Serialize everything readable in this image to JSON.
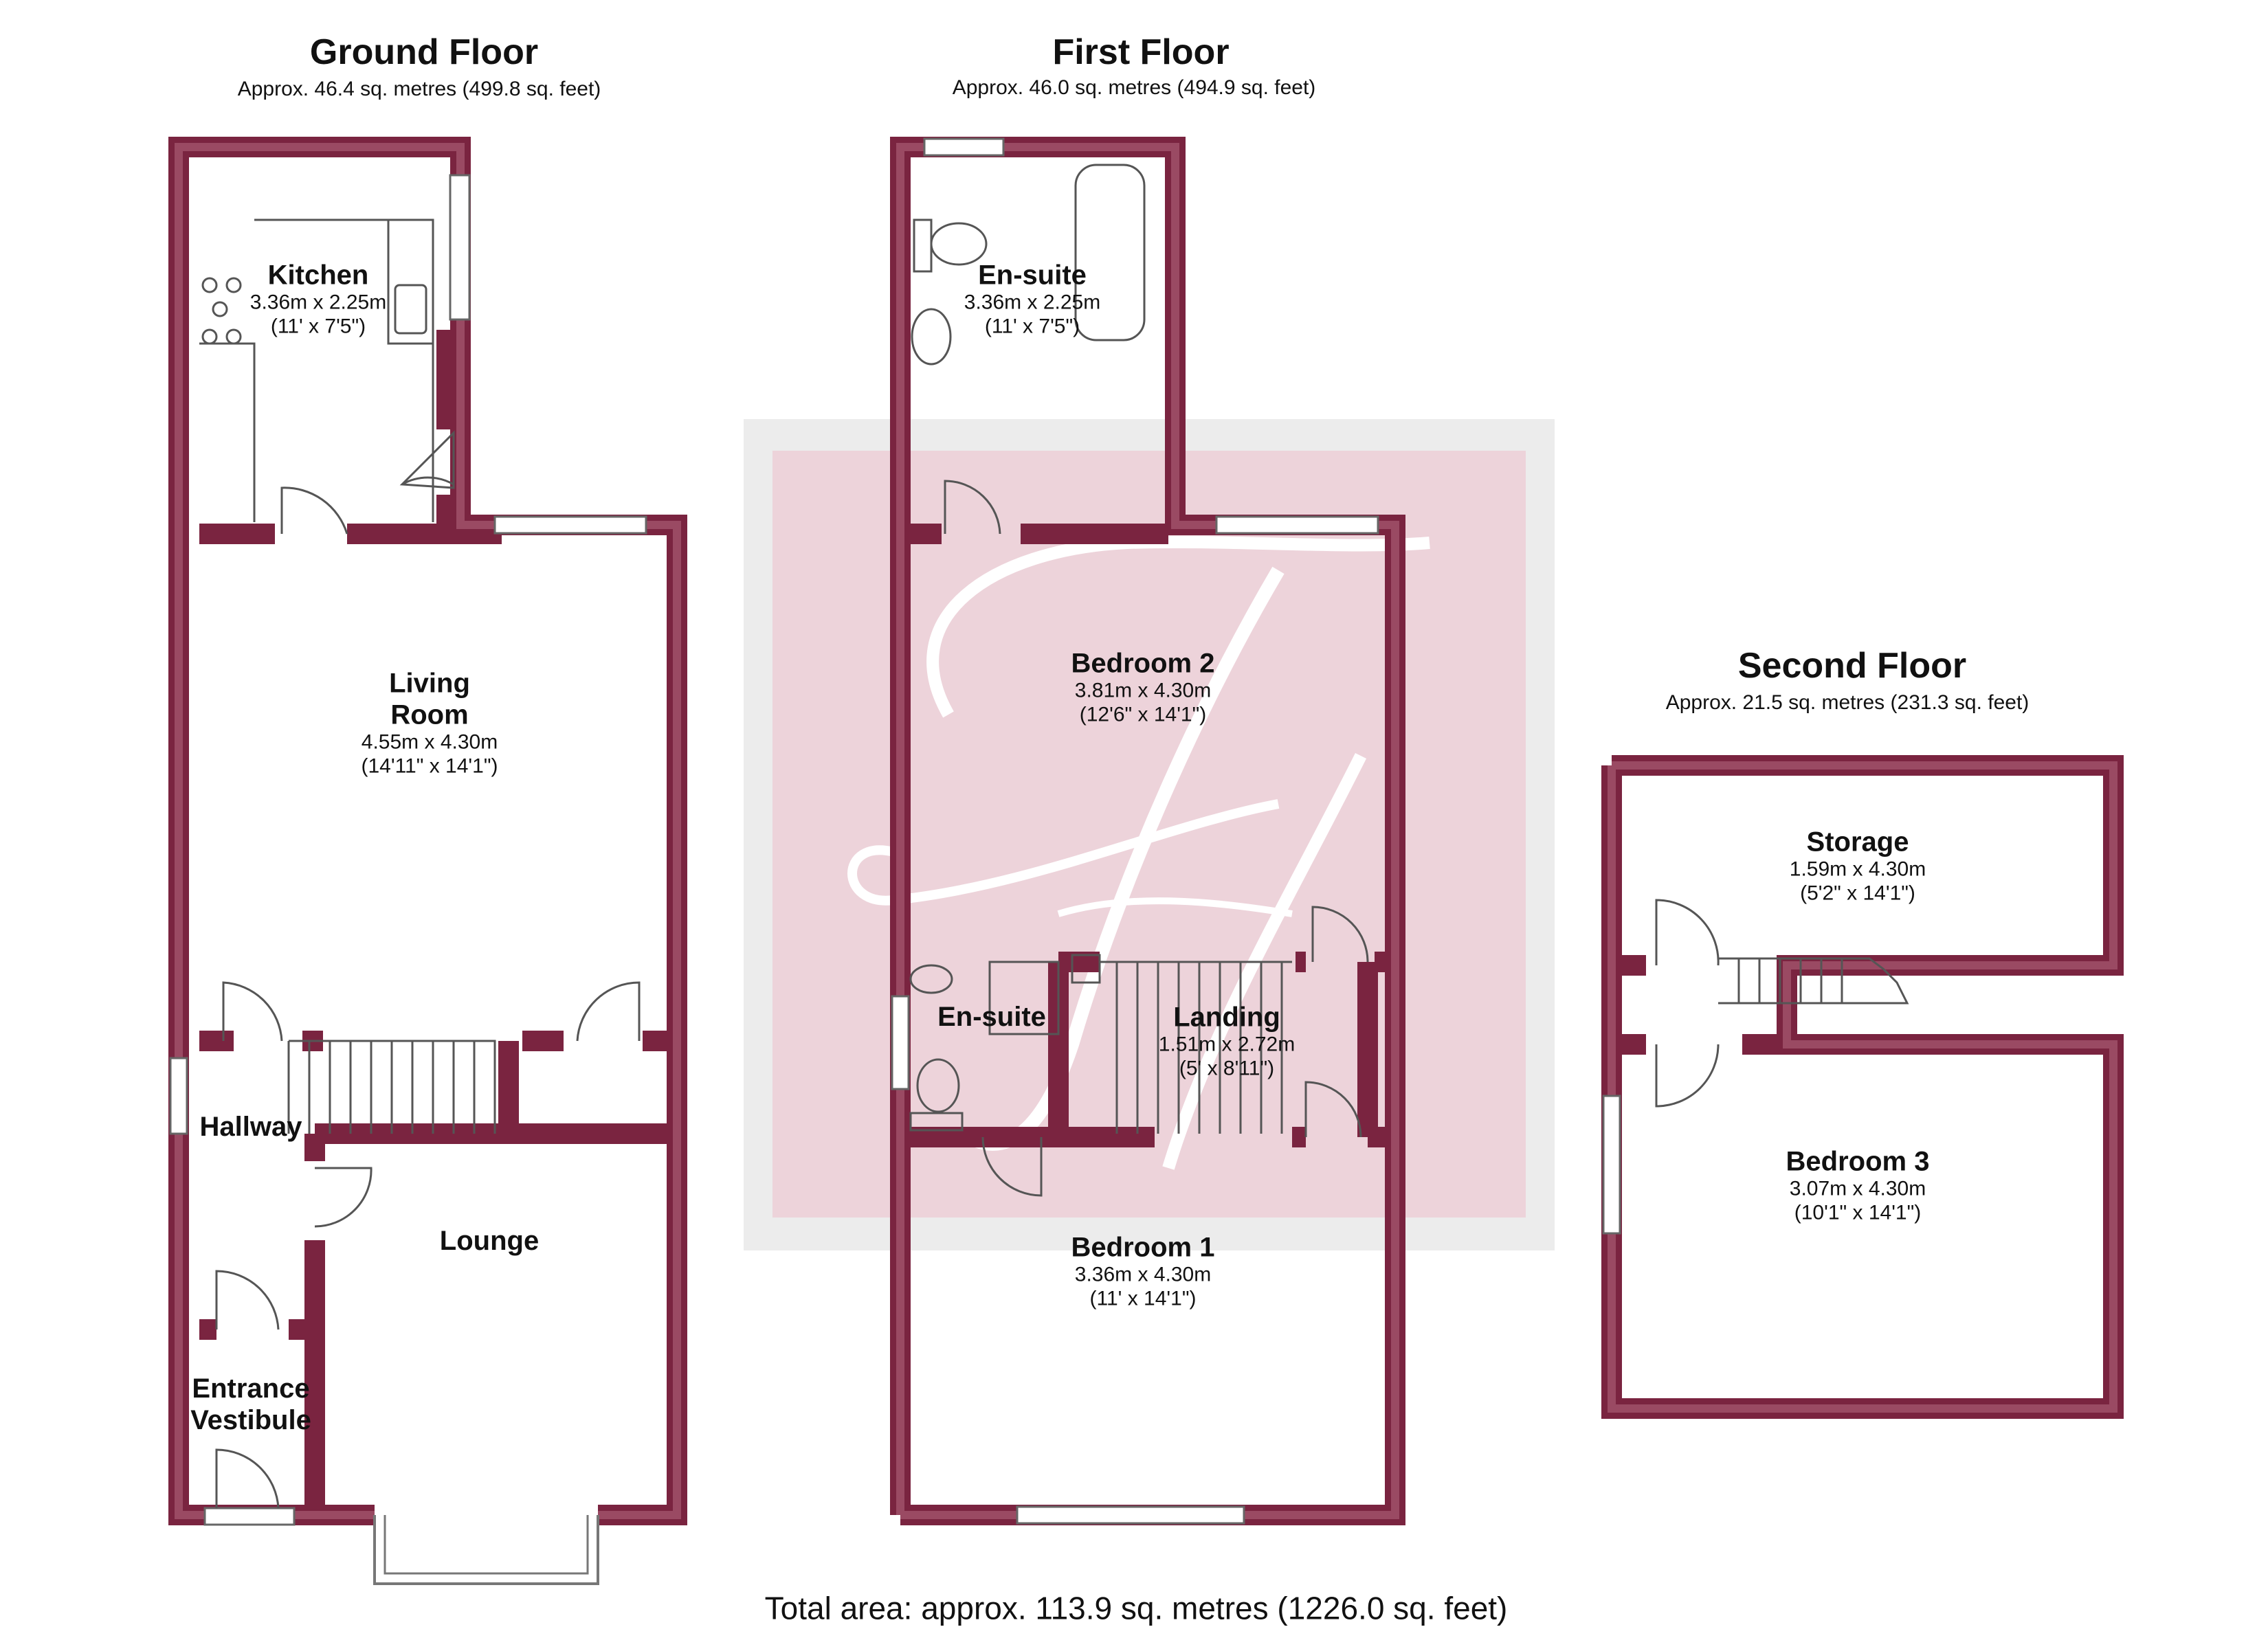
{
  "colors": {
    "wall_outer": "#7a2440",
    "wall_inner": "#9a4a63",
    "fixture_line": "#555555",
    "watermark_fill": "#edd3da",
    "watermark_border": "#ececec"
  },
  "floors": [
    {
      "id": "ground",
      "title": "Ground Floor",
      "area": "Approx. 46.4 sq. metres (499.8 sq. feet)"
    },
    {
      "id": "first",
      "title": "First Floor",
      "area": "Approx. 46.0 sq. metres (494.9 sq. feet)"
    },
    {
      "id": "second",
      "title": "Second Floor",
      "area": "Approx. 21.5 sq. metres (231.3 sq. feet)"
    }
  ],
  "rooms": {
    "kitchen": {
      "name": "Kitchen",
      "metric": "3.36m x 2.25m",
      "imperial": "(11' x 7'5\")"
    },
    "living_room": {
      "name_line1": "Living",
      "name_line2": "Room",
      "metric": "4.55m x 4.30m",
      "imperial": "(14'11\" x 14'1\")"
    },
    "hallway": {
      "name": "Hallway"
    },
    "lounge": {
      "name": "Lounge"
    },
    "entrance_vestibule": {
      "name_line1": "Entrance",
      "name_line2": "Vestibule"
    },
    "ensuite_top": {
      "name": "En-suite",
      "metric": "3.36m x 2.25m",
      "imperial": "(11' x 7'5\")"
    },
    "bedroom_2": {
      "name": "Bedroom 2",
      "metric": "3.81m x 4.30m",
      "imperial": "(12'6\" x 14'1\")"
    },
    "ensuite_small": {
      "name": "En-suite"
    },
    "landing": {
      "name": "Landing",
      "metric": "1.51m x 2.72m",
      "imperial": "(5' x 8'11\")"
    },
    "bedroom_1": {
      "name": "Bedroom 1",
      "metric": "3.36m x 4.30m",
      "imperial": "(11' x 14'1\")"
    },
    "storage": {
      "name": "Storage",
      "metric": "1.59m x 4.30m",
      "imperial": "(5'2\" x 14'1\")"
    },
    "bedroom_3": {
      "name": "Bedroom 3",
      "metric": "3.07m x 4.30m",
      "imperial": "(10'1\" x 14'1\")"
    }
  },
  "total_area": "Total area: approx. 113.9 sq. metres (1226.0 sq. feet)"
}
